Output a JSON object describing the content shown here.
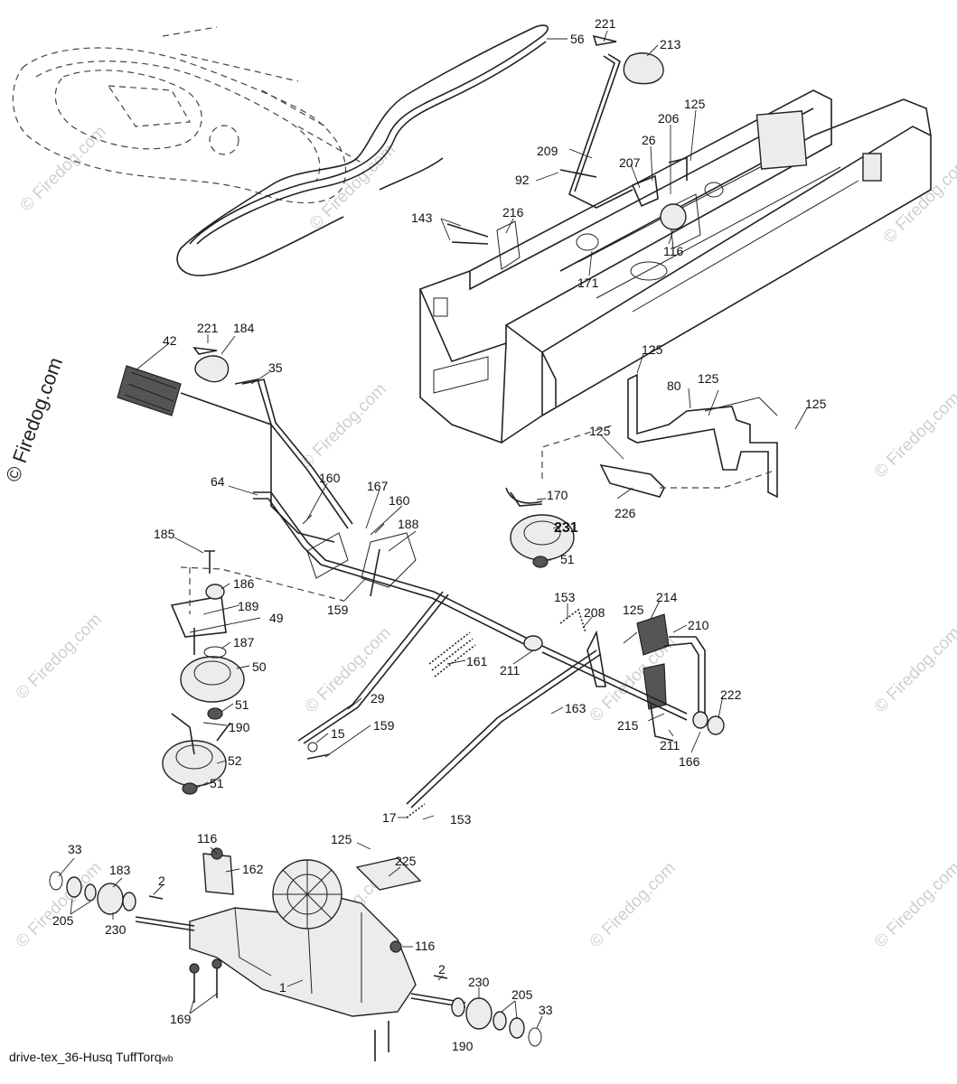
{
  "footer_text": "drive-tex_36-Husq TuffTorq",
  "footer_suffix": "wb",
  "watermark": "© Firedog.com",
  "callouts": {
    "c221a": "221",
    "c213": "213",
    "c56": "56",
    "c125a": "125",
    "c206": "206",
    "c26": "26",
    "c209": "209",
    "c207": "207",
    "c92": "92",
    "c143": "143",
    "c216": "216",
    "c116a": "116",
    "c171": "171",
    "c221b": "221",
    "c184": "184",
    "c42": "42",
    "c35": "35",
    "c125b": "125",
    "c80": "80",
    "c125c": "125",
    "c125d": "125",
    "c125e": "125",
    "c64": "64",
    "c160a": "160",
    "c167": "167",
    "c160b": "160",
    "c188": "188",
    "c170": "170",
    "c231": "231",
    "c226": "226",
    "c51a": "51",
    "c185": "185",
    "c186": "186",
    "c189": "189",
    "c49": "49",
    "c187": "187",
    "c159a": "159",
    "c153a": "153",
    "c208": "208",
    "c214": "214",
    "c125f": "125",
    "c210": "210",
    "c50": "50",
    "c161": "161",
    "c211a": "211",
    "c51b": "51",
    "c190": "190",
    "c29": "29",
    "c163": "163",
    "c222": "222",
    "c15": "15",
    "c159b": "159",
    "c215": "215",
    "c211b": "211",
    "c52": "52",
    "c166": "166",
    "c51c": "51",
    "c17": "17",
    "c153b": "153",
    "c33a": "33",
    "c116b": "116",
    "c125g": "125",
    "c225": "225",
    "c162": "162",
    "c183": "183",
    "c2a": "2",
    "c205a": "205",
    "c230a": "230",
    "c116c": "116",
    "c2b": "2",
    "c230b": "230",
    "c205b": "205",
    "c33b": "33",
    "c169": "169",
    "c1": "1",
    "c190b": "190"
  }
}
